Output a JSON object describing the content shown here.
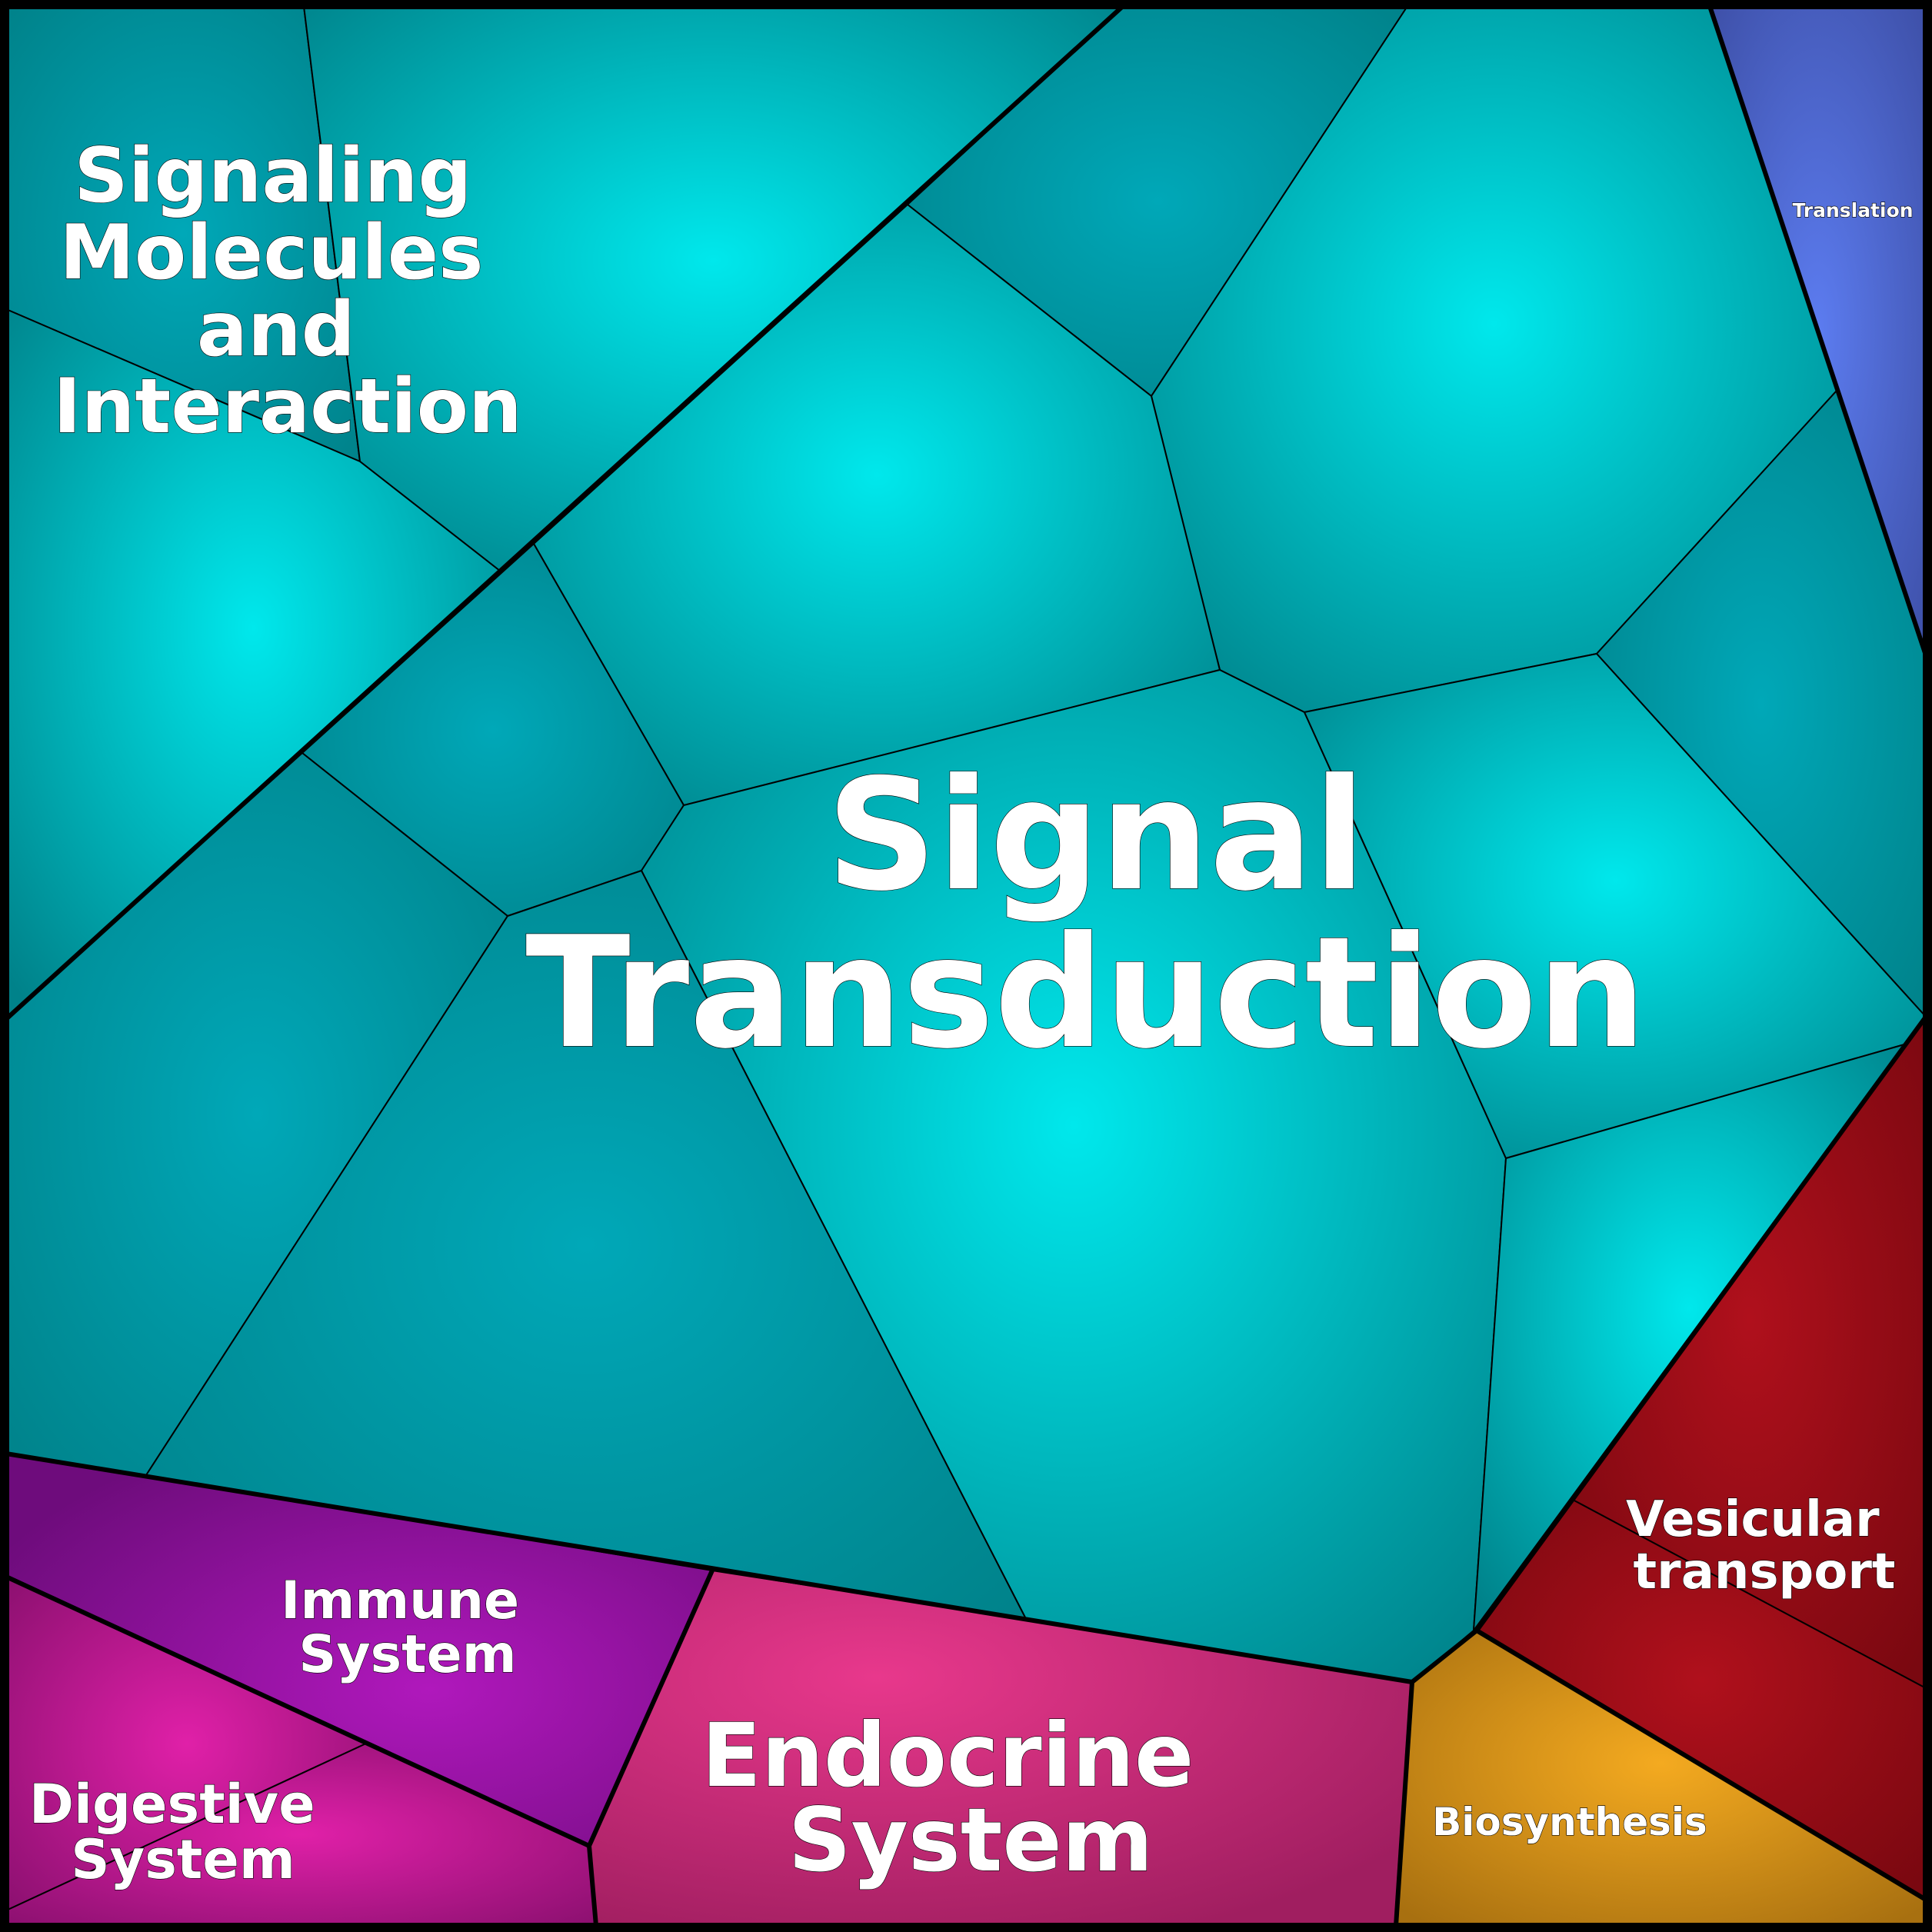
{
  "labels": {
    "signal_transduction": [
      "Signal",
      "Transduction"
    ],
    "signaling_molecules": [
      "Signaling",
      "Molecules",
      "and",
      "Interaction"
    ],
    "translation": [
      "Translation"
    ],
    "vesicular_transport": [
      "Vesicular",
      "transport"
    ],
    "immune_system": [
      "Immune",
      "System"
    ],
    "digestive_system": [
      "Digestive",
      "System"
    ],
    "endocrine_system": [
      "Endocrine",
      "System"
    ],
    "biosynthesis": [
      "Biosynthesis"
    ]
  },
  "colors": {
    "teal_light": "#00e8ec",
    "teal_mid": "#00a8b8",
    "teal_dark": "#00828a",
    "translation_light": "#5c7cf0",
    "translation_dark": "#3e50a8",
    "vesicular_light": "#b0101c",
    "vesicular_dark": "#7a0810",
    "immune_light": "#b018bc",
    "immune_dark": "#6e0c7c",
    "digestive_light": "#e020a8",
    "digestive_dark": "#8c1070",
    "endocrine_light": "#e8388c",
    "endocrine_dark": "#a01e60",
    "biosynthesis_light": "#f4aa20",
    "biosynthesis_dark": "#a87010"
  }
}
